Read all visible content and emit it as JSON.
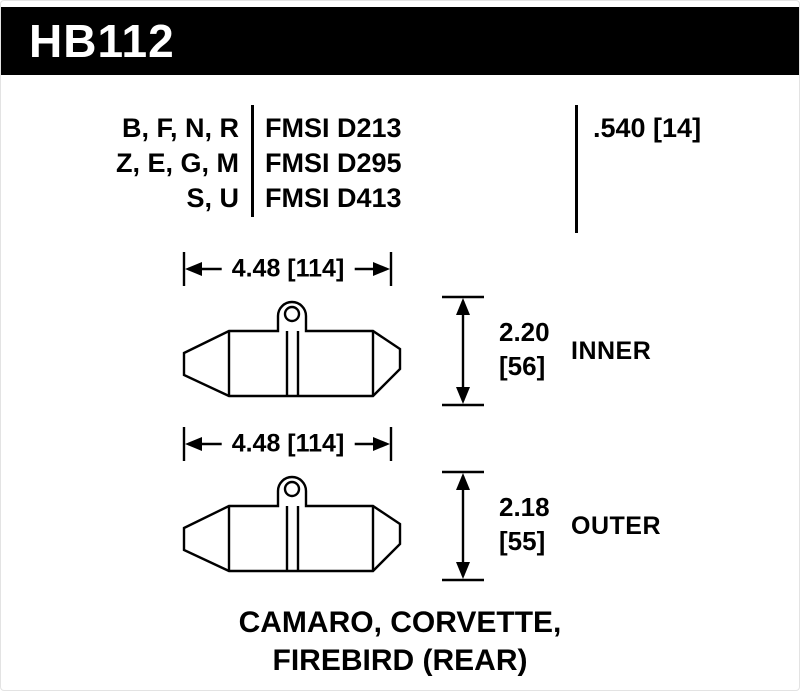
{
  "colors": {
    "background": "#ffffff",
    "header_bg": "#000000",
    "header_text": "#ffffff",
    "line_ink": "#000000"
  },
  "header": {
    "part_number": "HB112"
  },
  "spec_table": {
    "compound_rows": [
      "B, F, N, R",
      "Z, E, G, M",
      "S, U"
    ],
    "fmsi_rows": [
      "FMSI D213",
      "FMSI D295",
      "FMSI D413"
    ],
    "pad_thickness": ".540 [14]"
  },
  "drawings": [
    {
      "position": "INNER",
      "width_dim": "4.48 [114]",
      "height_in": "2.20",
      "height_mm": "[56]"
    },
    {
      "position": "OUTER",
      "width_dim": "4.48 [114]",
      "height_in": "2.18",
      "height_mm": "[55]"
    }
  ],
  "footer": {
    "line1": "CAMARO, CORVETTE,",
    "line2": "FIREBIRD (REAR)"
  }
}
